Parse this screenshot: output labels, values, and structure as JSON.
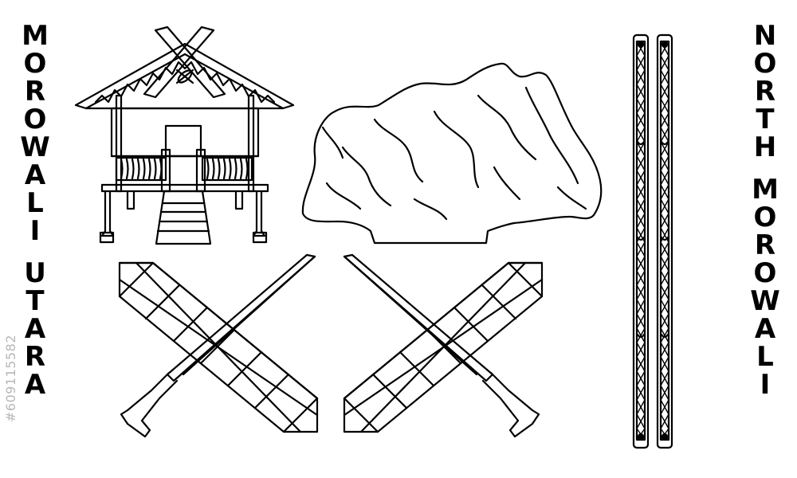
{
  "left_label": "MOROWALI UTARA",
  "right_label": "NORTH MOROWALI",
  "stock_id": "#609115582",
  "colors": {
    "stroke": "#000000",
    "background": "#ffffff",
    "watermark": "#b7b7b7"
  },
  "icons": [
    "traditional-house-icon",
    "rock-boulder-icon",
    "crossed-machetes-icon",
    "carved-staffs-icon"
  ]
}
